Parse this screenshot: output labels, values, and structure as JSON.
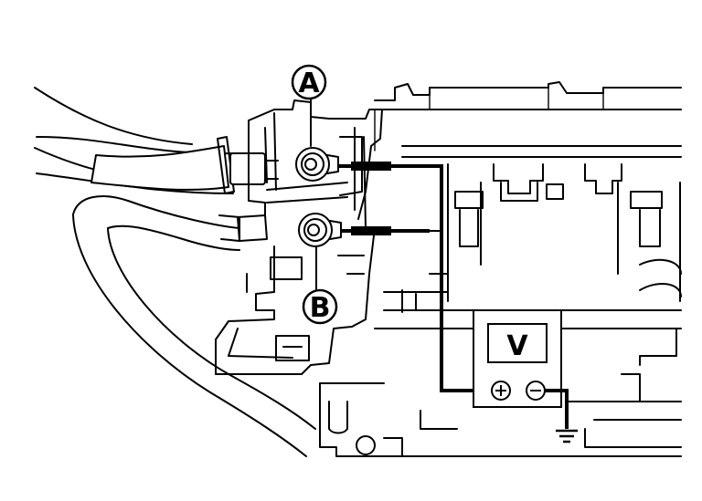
{
  "diagram": {
    "callouts": {
      "a": {
        "label": "A"
      },
      "b": {
        "label": "B"
      }
    },
    "meter": {
      "label": "V"
    },
    "colors": {
      "line": "#000000",
      "background": "#ffffff"
    }
  }
}
